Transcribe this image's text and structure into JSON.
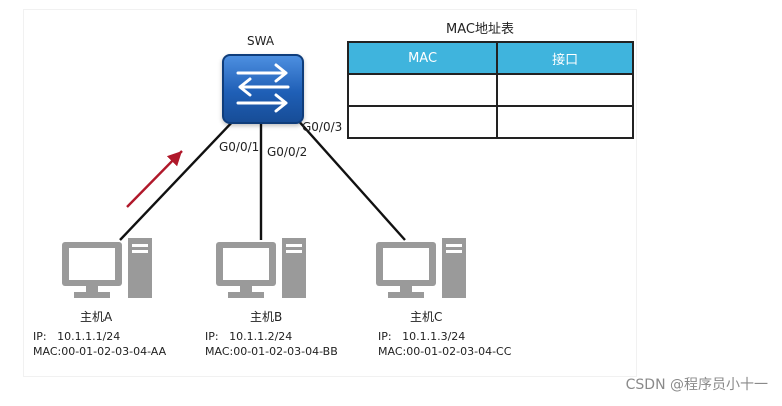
{
  "switch": {
    "name": "SWA"
  },
  "ports": {
    "p1": "G0/0/1",
    "p2": "G0/0/2",
    "p3": "G0/0/3"
  },
  "mac_table": {
    "title": "MAC地址表",
    "headers": [
      "MAC",
      "接口"
    ],
    "rows": [
      [
        "",
        ""
      ],
      [
        "",
        ""
      ]
    ]
  },
  "hosts": [
    {
      "name": "主机A",
      "ip_label": "IP:",
      "ip": "10.1.1.1/24",
      "mac": "MAC:00-01-02-03-04-AA"
    },
    {
      "name": "主机B",
      "ip_label": "IP:",
      "ip": "10.1.1.2/24",
      "mac": "MAC:00-01-02-03-04-BB"
    },
    {
      "name": "主机C",
      "ip_label": "IP:",
      "ip": "10.1.1.3/24",
      "mac": "MAC:00-01-02-03-04-CC"
    }
  ],
  "watermark": "CSDN @程序员小十一",
  "colors": {
    "table_header": "#3fb4dd",
    "switch": "#1f5fb6",
    "arrow": "#b0182a",
    "pc": "#9a9a9a"
  }
}
